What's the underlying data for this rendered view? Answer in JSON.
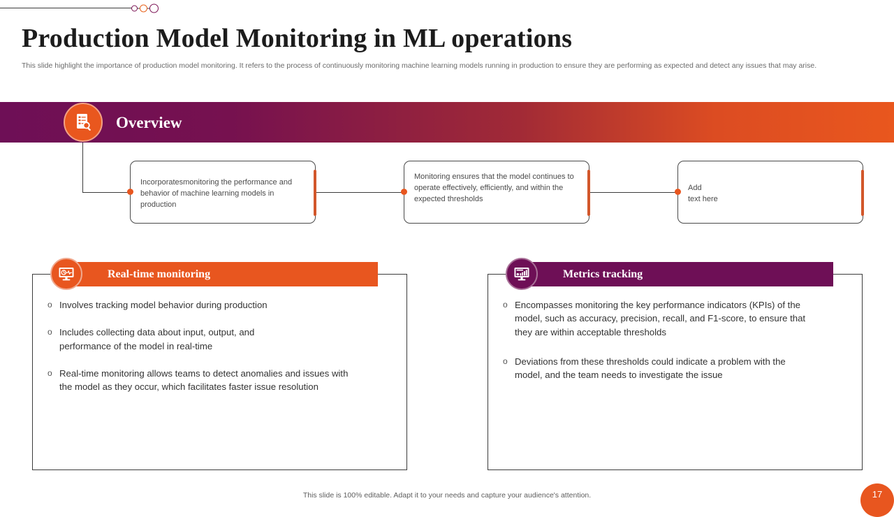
{
  "header": {
    "title": "Production Model Monitoring in ML operations",
    "subtitle": "This slide highlight the importance of production model monitoring. It refers to the process of continuously monitoring machine learning models running in production to ensure they are performing as expected and detect any issues that may arise."
  },
  "banner": {
    "label": "Overview",
    "icon": "document-search-icon",
    "gradient_start": "#6E0F56",
    "gradient_end": "#E9571E"
  },
  "flow": {
    "boxes": [
      {
        "text": "Incorporatesmonitoring  the performance  and behavior  of machine learning  models in production"
      },
      {
        "text": "Monitoring  ensures that the model continues to operate  effectively, efficiently,  and within the expected thresholds"
      },
      {
        "text": "Add\ntext here"
      }
    ],
    "accent": "#D2572B"
  },
  "panels": [
    {
      "title": "Real-time monitoring",
      "icon": "monitor-pulse-icon",
      "color": "#E8561F",
      "bullets": [
        "Involves  tracking model behavior  during production",
        "Includes  collecting data about input,  output,  and performance  of the model in real-time",
        "Real-time  monitoring allows teams to detect anomalies and issues with the  model as they  occur, which facilitates faster issue resolution"
      ]
    },
    {
      "title": "Metrics tracking",
      "icon": "monitor-barchart-icon",
      "color": "#6E0F56",
      "bullets": [
        "Encompasses monitoring the key performance indicators (KPIs) of the model, such as accuracy,  precision, recall, and F1-score, to ensure that they  are within acceptable thresholds",
        "Deviations from these thresholds  could indicate a problem with the model, and the team needs to investigate the issue"
      ]
    }
  ],
  "footer": {
    "note": "This slide is 100% editable.  Adapt it to your needs and capture your audience's attention.",
    "page_number": "17"
  },
  "bullet_marker": "o"
}
